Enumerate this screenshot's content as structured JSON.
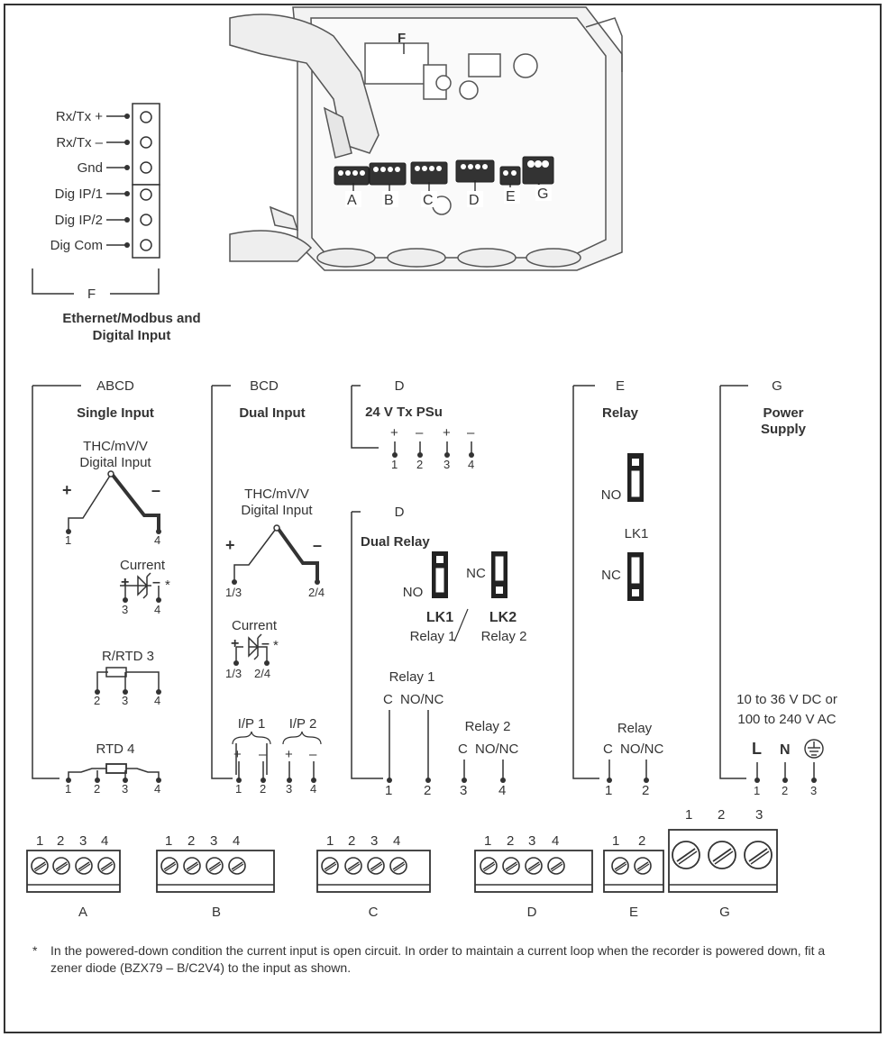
{
  "photo_label": "F",
  "photo_terminals": [
    "A",
    "B",
    "C",
    "D",
    "E",
    "G"
  ],
  "ethernet": {
    "labels": [
      "Rx/Tx +",
      "Rx/Tx –",
      "Gnd",
      "Dig IP/1",
      "Dig IP/2",
      "Dig Com"
    ],
    "bracket": "F",
    "title1": "Ethernet/Modbus and",
    "title2": "Digital Input"
  },
  "abcd": {
    "code": "ABCD",
    "title": "Single Input",
    "thc1": "THC/mV/V",
    "thc2": "Digital Input",
    "plus": "+",
    "minus": "–",
    "current": "Current",
    "rrtd": "R/RTD 3",
    "rtd4": "RTD 4",
    "n1": "1",
    "n3": "3",
    "n4": "4",
    "n2": "2"
  },
  "bcd": {
    "code": "BCD",
    "title": "Dual Input",
    "thc1": "THC/mV/V",
    "thc2": "Digital Input",
    "current": "Current",
    "n13": "1/3",
    "n24": "2/4",
    "ip1": "I/P 1",
    "ip2": "I/P 2",
    "pins": [
      "1",
      "2",
      "3",
      "4"
    ]
  },
  "d_psu": {
    "code": "D",
    "title": "24 V Tx PSu",
    "signs": [
      "+",
      "–",
      "+",
      "–"
    ],
    "pins": [
      "1",
      "2",
      "3",
      "4"
    ]
  },
  "d_relay": {
    "code": "D",
    "title": "Dual Relay",
    "no": "NO",
    "nc": "NC",
    "lk1": "LK1",
    "lk2": "LK2",
    "relay1": "Relay 1",
    "relay2": "Relay 2",
    "c": "C",
    "nonc": "NO/NC",
    "pins": [
      "1",
      "2",
      "3",
      "4"
    ]
  },
  "e": {
    "code": "E",
    "title": "Relay",
    "no": "NO",
    "lk1": "LK1",
    "nc": "NC",
    "relay": "Relay",
    "c": "C",
    "nonc": "NO/NC",
    "pins": [
      "1",
      "2"
    ]
  },
  "g": {
    "code": "G",
    "title1": "Power",
    "title2": "Supply",
    "range1": "10 to 36 V DC or",
    "range2": "100 to 240 V AC",
    "l": "L",
    "n": "N",
    "pins": [
      "1",
      "2",
      "3"
    ]
  },
  "terminal_blocks": [
    {
      "label": "A",
      "pins": [
        "1",
        "2",
        "3",
        "4"
      ]
    },
    {
      "label": "B",
      "pins": [
        "1",
        "2",
        "3",
        "4"
      ]
    },
    {
      "label": "C",
      "pins": [
        "1",
        "2",
        "3",
        "4"
      ]
    },
    {
      "label": "D",
      "pins": [
        "1",
        "2",
        "3",
        "4"
      ]
    },
    {
      "label": "E",
      "pins": [
        "1",
        "2"
      ]
    },
    {
      "label": "G",
      "pins": [
        "1",
        "2",
        "3"
      ]
    }
  ],
  "footnote": {
    "star": "*",
    "text": "In the powered-down condition the current input is open circuit. In order to maintain a current loop when the recorder is powered down, fit a zener diode (BZX79 – B/C2V4) to the input as shown."
  }
}
